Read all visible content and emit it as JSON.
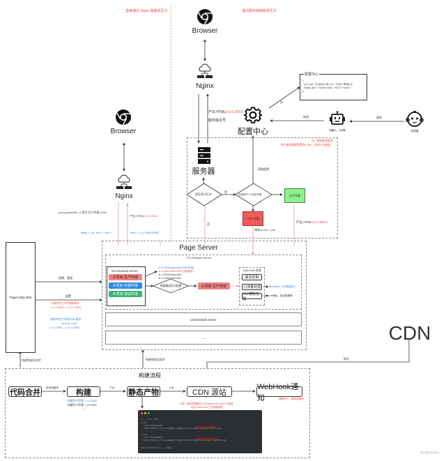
{
  "top_notes": {
    "left_note": "直接通过 Nginx 做版本区分",
    "right_note": "通过服务端做版本区分"
  },
  "right_flow": {
    "browser_label": "Browser",
    "nginx_label": "Nginx",
    "server_label": "服务器",
    "config_center_label": "配置中心",
    "robot_label": "机器人、Bot等",
    "user_label": "实现者",
    "arrow_modify": "修改",
    "arrow_notify": "通知",
    "arrow_save": "存",
    "output_html_prefix": "产出 HTML",
    "output_html_version": "(v1.0.2501)",
    "service_version_label": "服务版本号",
    "config_popup": {
      "title": "配置中心",
      "line1": "{",
      "line2": "\"pre_list\": \"[\"65535~张三\\s\", \"2048~李四\\s\"]\",",
      "line3": "\"black_list\": \"[\"2048~xxxx\", \"63777~xxxx\"]\"",
      "line4": "}"
    },
    "server_note_line1": "注：服务端对照表",
    "server_note_line2": "样子服务需要配置的HTML，同时产出新版",
    "decision_user": "是否用户区分?",
    "decision_yes": "是",
    "decision_uid": "当前用户 id 对比列表",
    "fetch_config": "获取配置",
    "result_prod": "生产环境",
    "result_pre": "PRE 环境",
    "pre_hint": "带有xx-env = pre",
    "decision_no": "否",
    "output_html_bottom": "产出 HTML",
    "output_html_bottom_version": "(v1.0.2501)"
  },
  "left_flow": {
    "browser_label": "Browser",
    "nginx_label": "Nginx",
    "proxy_pass": "proxy-passURL: A 项目 生产环境.COM",
    "output_html_prefix": "产出 HTML",
    "output_html_version": "(v1.0.2501)",
    "condition": "$http_x_xx_env == pre ?",
    "html_version": "html = v.1.0.2502(PRE)"
  },
  "page_config": {
    "label": "PageConfig Web",
    "arrow_create": "创建、管理",
    "arrow_config": "配置",
    "red_note_line1": "如发布生产环境新版本",
    "red_note_line2": "v1.0.2500 --> v1.0.2501",
    "blue_note_line1": "如发布生产环境 Pre 版本",
    "blue_note_line2": "xx-env = pre",
    "blue_note_line3": "v1.0.2501 --> v1.0.2502",
    "sync_label": "构建完成后同步"
  },
  "page_server": {
    "title": "Page Server",
    "sg_title": "SG.Example.Server",
    "sg_inner_title": "SG.Example.Server",
    "envs": [
      {
        "label": "A 项目 生产环境",
        "color": "#f08080"
      },
      {
        "label": "A 项目 灰度环境",
        "color": "#2e86e6"
      },
      {
        "label": "A 项目 测试环境",
        "color": "#3cb371"
      }
    ],
    "envs_more": "...",
    "version_list": [
      {
        "text": "v1.0.2502/index.html (PRE环境)",
        "color": "#2e7ad6"
      },
      {
        "text": "v1.0.2501/index.html (当前版本)",
        "color": "#e24b4b"
      },
      {
        "text": "v1.0.2500/index.html",
        "color": "#333333"
      },
      {
        "text": "v1.0.2499/index.html",
        "color": "#333333"
      }
    ],
    "decision": "根据路由区分配置",
    "target_env": "A 项目 生产环境",
    "index_process": {
      "title": "index.html 处理",
      "items": [
        "版本控制",
        "小流量处理",
        "html模板处理"
      ],
      "more": "......",
      "note_traffic": "按 header、ua 等做区分",
      "note_template": "cdn地址、接口配置等"
    },
    "us_server": "US.Example.Server",
    "more_server": "......"
  },
  "cdn": {
    "label": "CDN",
    "sync": "同步"
  },
  "build_flow": {
    "title": "构建流程",
    "sync_label": "构建完成后同步",
    "steps": [
      "代码合并",
      "构建",
      "静态产物",
      "CDN 源站",
      "WebHook通知"
    ],
    "arrows": [
      "自动化触发",
      "产出",
      "上传"
    ],
    "build_note_blue": "构建生产环境 = 1.0.2500",
    "build_note_black": "构建生产环境 = 1.0.2501",
    "build_note_more": "......",
    "cdn_note_line1": "注意：静态资源路径以 /{env}/{version} 区分 不混淆",
    "cdn_note_line2": "运用 name-hash 方式避免缓存",
    "webhook_note": "通知用户、更新数据库",
    "code_window": {
      "line1": "<!-- v1.0.2501 -->",
      "line2": "<link",
      "line3": "rel=\"stylesheet\"",
      "line4": "href=\"https://cdn.example.com/prod/1.0.2501/css/app.a1b2c3.css\"",
      "line5": ">",
      "line6": "<link",
      "line7": "rel=\"stylesheet\"",
      "line8": "href=\"https://cdn.example.com/prod/1.0.2501/css/vendor.d4e5f6.css\"",
      "line9": ">",
      "line10": "<div class=\"xx\">...</div>"
    }
  },
  "watermark": "稀土掘金技术社区"
}
